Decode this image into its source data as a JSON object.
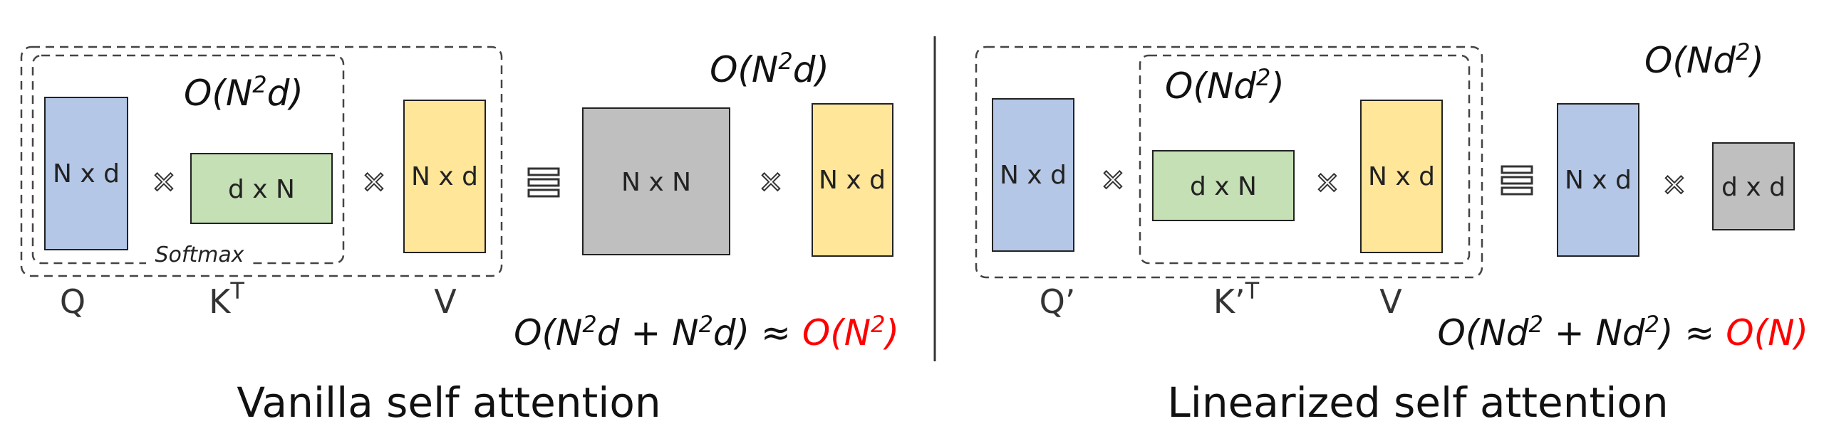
{
  "operators": {
    "times": "✕",
    "equivalent": "≡"
  },
  "vanilla": {
    "caption": "Vanilla self attention",
    "softmax_label": "Softmax",
    "inner_complexity": {
      "prefix": "O(N",
      "sup": "2",
      "suffix": "d)"
    },
    "outer_complexity": {
      "prefix": "O(N",
      "sup": "2",
      "suffix": "d)"
    },
    "matrices": {
      "q": {
        "label": "N x d",
        "name": "Q",
        "color": "#b4c7e7"
      },
      "kt": {
        "label": "d x N",
        "name": "K",
        "name_sup": "T",
        "color": "#c5e0b4"
      },
      "v": {
        "label": "N x d",
        "name": "V",
        "color": "#ffe699"
      },
      "attn": {
        "label": "N x N",
        "color": "#bfbfbf"
      },
      "v2": {
        "label": "N x d",
        "color": "#ffe699"
      }
    },
    "total": {
      "expression_prefix": "O(N",
      "expression_sup1": "2",
      "expression_mid": "d + N",
      "expression_sup2": "2",
      "expression_suffix": "d) ≈ ",
      "result_prefix": "O(N",
      "result_sup": "2",
      "result_suffix": ")",
      "result_color": "#ff0000"
    }
  },
  "linear": {
    "caption": "Linearized self attention",
    "inner_complexity": {
      "prefix": "O(Nd",
      "sup": "2",
      "suffix": ")"
    },
    "outer_complexity": {
      "prefix": "O(Nd",
      "sup": "2",
      "suffix": ")"
    },
    "matrices": {
      "q": {
        "label": "N x d",
        "name": "Q’",
        "color": "#b4c7e7"
      },
      "kt": {
        "label": "d x N",
        "name": "K’",
        "name_sup": "T",
        "color": "#c5e0b4"
      },
      "v": {
        "label": "N x d",
        "name": "V",
        "color": "#ffe699"
      },
      "q2": {
        "label": "N x d",
        "color": "#b4c7e7"
      },
      "kv": {
        "label": "d x d",
        "color": "#bfbfbf"
      }
    },
    "total": {
      "expression_prefix": "O(Nd",
      "expression_sup1": "2",
      "expression_mid": " + Nd",
      "expression_sup2": "2",
      "expression_suffix": ") ≈ ",
      "result": "O(N)",
      "result_color": "#ff0000"
    }
  }
}
